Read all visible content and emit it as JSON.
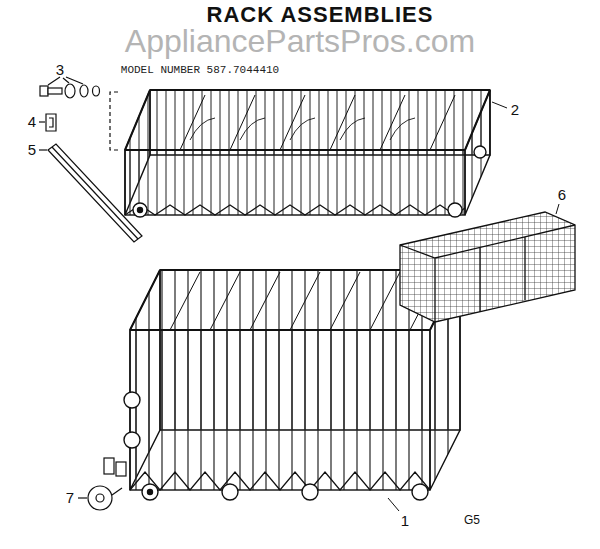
{
  "diagram": {
    "title": "RACK ASSEMBLIES",
    "labels": [
      "AppliancePartsPros.com",
      "MODEL NUMBER 587.7044410",
      "3",
      "4",
      "5",
      "2",
      "6",
      "1",
      "7",
      "G5"
    ]
  }
}
